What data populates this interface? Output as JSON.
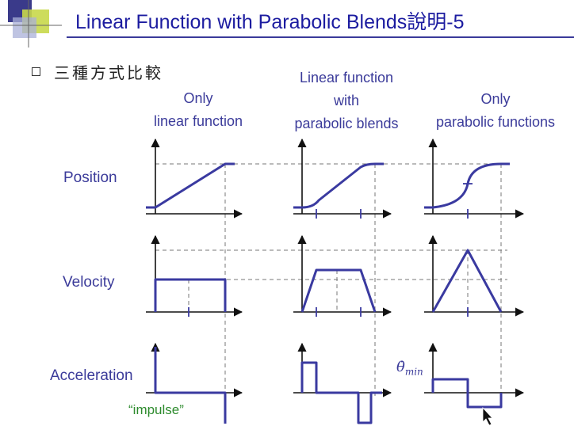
{
  "title": "Linear Function with Parabolic Blends說明-5",
  "subtitle": "三種方式比較",
  "columns": [
    {
      "line1": "Only",
      "line2": "linear function",
      "line3": ""
    },
    {
      "line1": "Linear function",
      "line2": "with",
      "line3": "parabolic blends"
    },
    {
      "line1": "Only",
      "line2": "parabolic functions",
      "line3": ""
    }
  ],
  "rows": [
    "Position",
    "Velocity",
    "Acceleration"
  ],
  "annotations": {
    "impulse": "“impulse”",
    "theta_symbol": "θ̇",
    "theta_sub": "min"
  },
  "colors": {
    "curve": "#3a3aa0",
    "title": "#1c1ca0",
    "label": "#3b3b9a",
    "impulse": "#2e8b2e"
  }
}
